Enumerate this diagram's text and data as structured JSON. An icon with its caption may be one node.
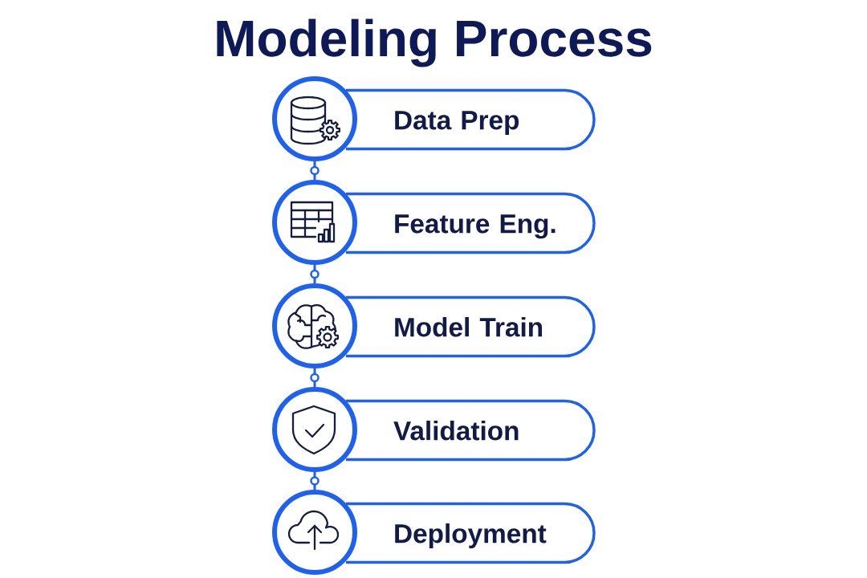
{
  "diagram": {
    "title": "Modeling Process",
    "nodes": [
      {
        "text": [],
        "shape": "circle"
      },
      {
        "text": [
          "Data Prep"
        ]
      },
      {
        "text": [],
        "shape": "circle"
      },
      {
        "text": [
          "Feature Eng."
        ]
      },
      {
        "text": [],
        "shape": "circle"
      },
      {
        "text": [
          "Model Train"
        ]
      },
      {
        "text": [],
        "shape": "circle"
      },
      {
        "text": [
          "Validation"
        ]
      },
      {
        "text": [],
        "shape": "circle"
      },
      {
        "text": [
          "Deployment"
        ]
      }
    ],
    "edges": [
      {
        "from": 0,
        "to": 2,
        "arrow": "none"
      },
      {
        "from": 2,
        "to": 4,
        "arrow": "none"
      },
      {
        "from": 4,
        "to": 6,
        "arrow": "none"
      },
      {
        "from": 6,
        "to": 8,
        "arrow": "none"
      }
    ]
  }
}
